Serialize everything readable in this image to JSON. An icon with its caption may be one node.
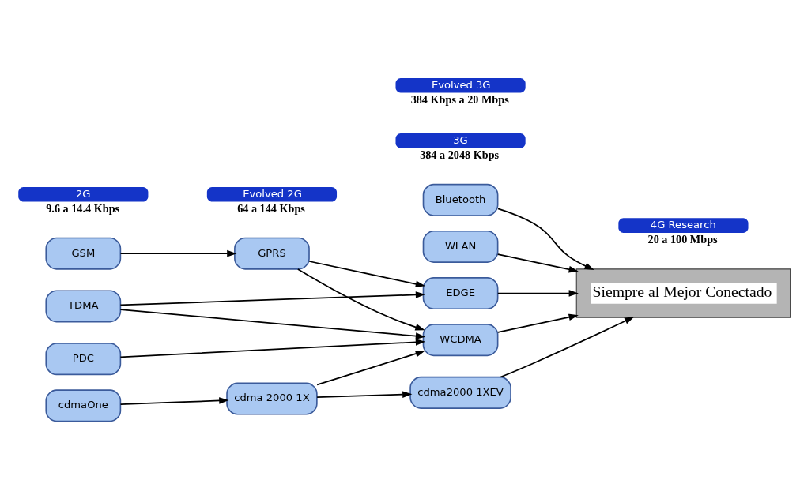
{
  "diagram": {
    "nodes": [
      {
        "text": [
          "Bluetooth"
        ]
      },
      {
        "text": [
          "WLAN"
        ]
      },
      {
        "text": [
          "TDMA"
        ]
      },
      {
        "text": [
          "EDGE"
        ]
      },
      {
        "text": [
          "GSM"
        ]
      },
      {
        "text": [
          "GPRS"
        ]
      },
      {
        "text": [
          "WCDMA"
        ]
      },
      {
        "text": [
          "PDC"
        ]
      },
      {
        "text": [
          "cdmaOne"
        ]
      },
      {
        "text": [
          "cdma 2000 1X"
        ]
      },
      {
        "text": [
          "cdma2000 1XEV"
        ]
      },
      {
        "text": [
          "Siempre al Mejor Conectado"
        ]
      },
      {
        "text": [
          "2G"
        ],
        "beside": [
          "9.6 a 14.4 Kbps"
        ]
      },
      {
        "text": [
          "Evolved 2G"
        ],
        "beside": [
          "64 a 144 Kbps"
        ]
      },
      {
        "text": [
          "3G"
        ],
        "beside": [
          "384 a 2048 Kbps"
        ]
      },
      {
        "text": [
          "Evolved 3G"
        ],
        "beside": [
          "384 Kbps a 20 Mbps"
        ]
      },
      {
        "text": [
          "4G Research"
        ],
        "beside": [
          "20 a 100 Mbps"
        ]
      }
    ],
    "edges": [
      {
        "from": 0,
        "to": 11,
        "arrow": "to"
      },
      {
        "from": 1,
        "to": 11,
        "arrow": "to"
      },
      {
        "from": 2,
        "to": 3,
        "arrow": "to"
      },
      {
        "from": 2,
        "to": 6,
        "arrow": "to"
      },
      {
        "from": 4,
        "to": 5,
        "arrow": "to"
      },
      {
        "from": 5,
        "to": 3,
        "arrow": "to"
      },
      {
        "from": 5,
        "to": 6,
        "arrow": "to"
      },
      {
        "from": 7,
        "to": 6,
        "arrow": "to"
      },
      {
        "from": 8,
        "to": 9,
        "arrow": "to"
      },
      {
        "from": 9,
        "to": 6,
        "arrow": "to"
      },
      {
        "from": 9,
        "to": 10,
        "arrow": "to"
      },
      {
        "from": 3,
        "to": 11,
        "arrow": "to"
      },
      {
        "from": 6,
        "to": 11,
        "arrow": "to"
      },
      {
        "from": 10,
        "to": 11,
        "arrow": "to"
      }
    ]
  }
}
